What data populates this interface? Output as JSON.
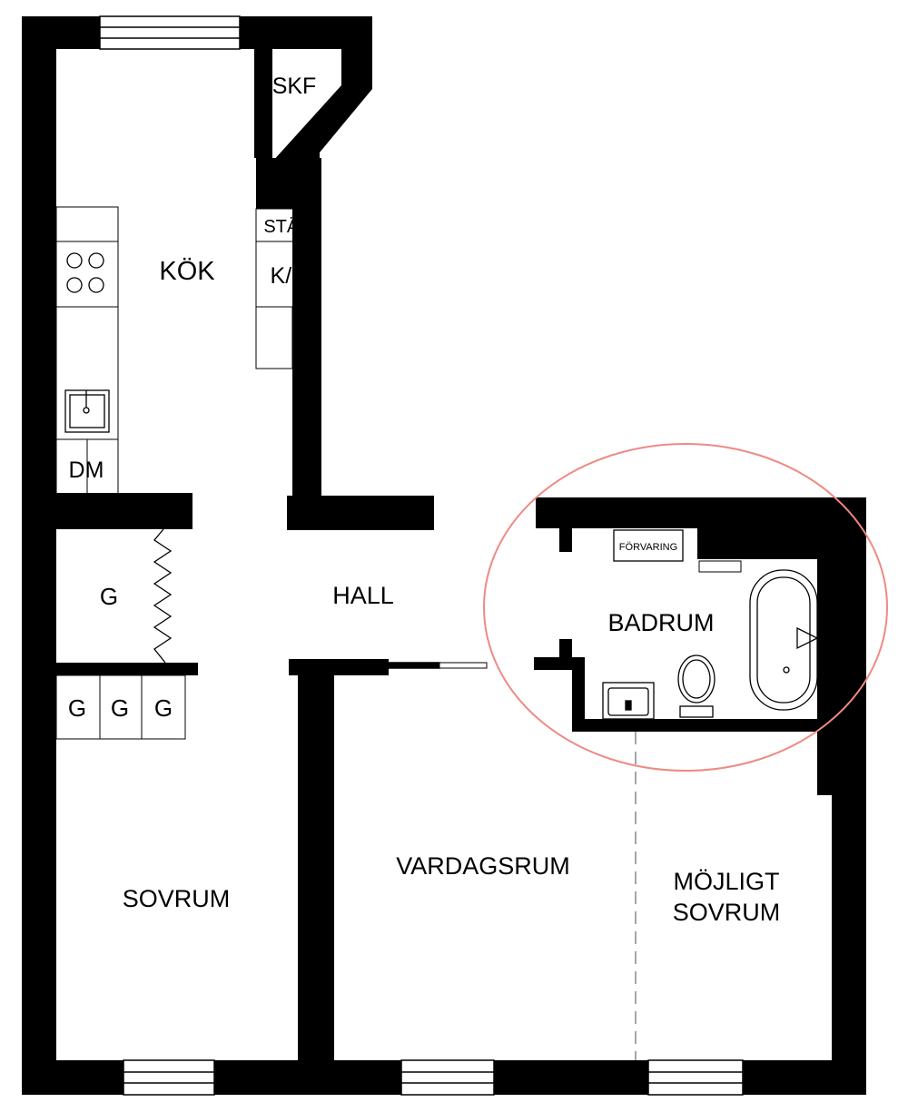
{
  "rooms": {
    "kitchen": "KÖK",
    "hall": "HALL",
    "bathroom": "BADRUM",
    "bedroom": "SOVRUM",
    "living_room": "VARDAGSRUM",
    "possible_bedroom_line1": "MÖJLIGT",
    "possible_bedroom_line2": "SOVRUM"
  },
  "fixtures": {
    "pantry": "SKF",
    "cleaning_closet": "STÄD",
    "fridge_freezer": "K/F",
    "dishwasher": "DM",
    "wardrobe": "G",
    "storage": "FÖRVARING"
  },
  "colors": {
    "walls": "#000000",
    "highlight": "#ee8a84"
  }
}
